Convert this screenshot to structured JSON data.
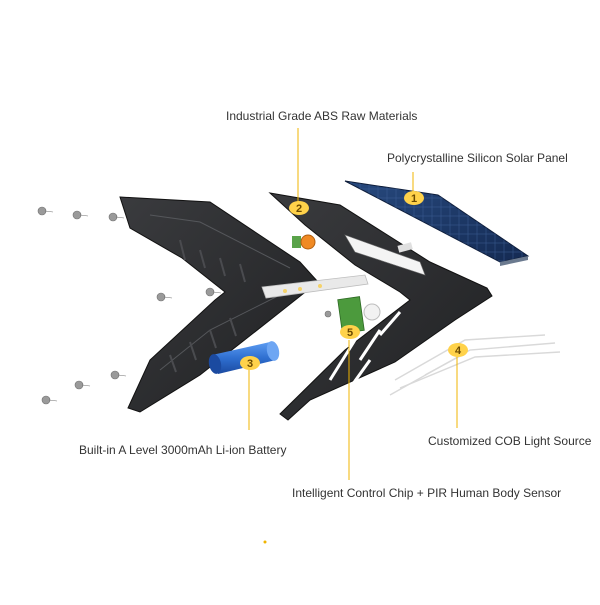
{
  "labels": {
    "abs": "Industrial Grade ABS Raw Materials",
    "solar": "Polycrystalline Silicon Solar Panel",
    "battery": "Built-in A Level 3000mAh Li-ion Battery",
    "cob": "Customized COB Light Source",
    "chip": "Intelligent Control Chip + PIR Human Body Sensor"
  },
  "badges": {
    "solar": "1",
    "abs": "2",
    "battery": "3",
    "cob": "4",
    "chip": "5"
  },
  "colors": {
    "callout": "#f0b400",
    "badge": "#ffd24a",
    "housing": "#2f3033",
    "panel": "#1f3b6b",
    "battery": "#2f6fd0"
  }
}
